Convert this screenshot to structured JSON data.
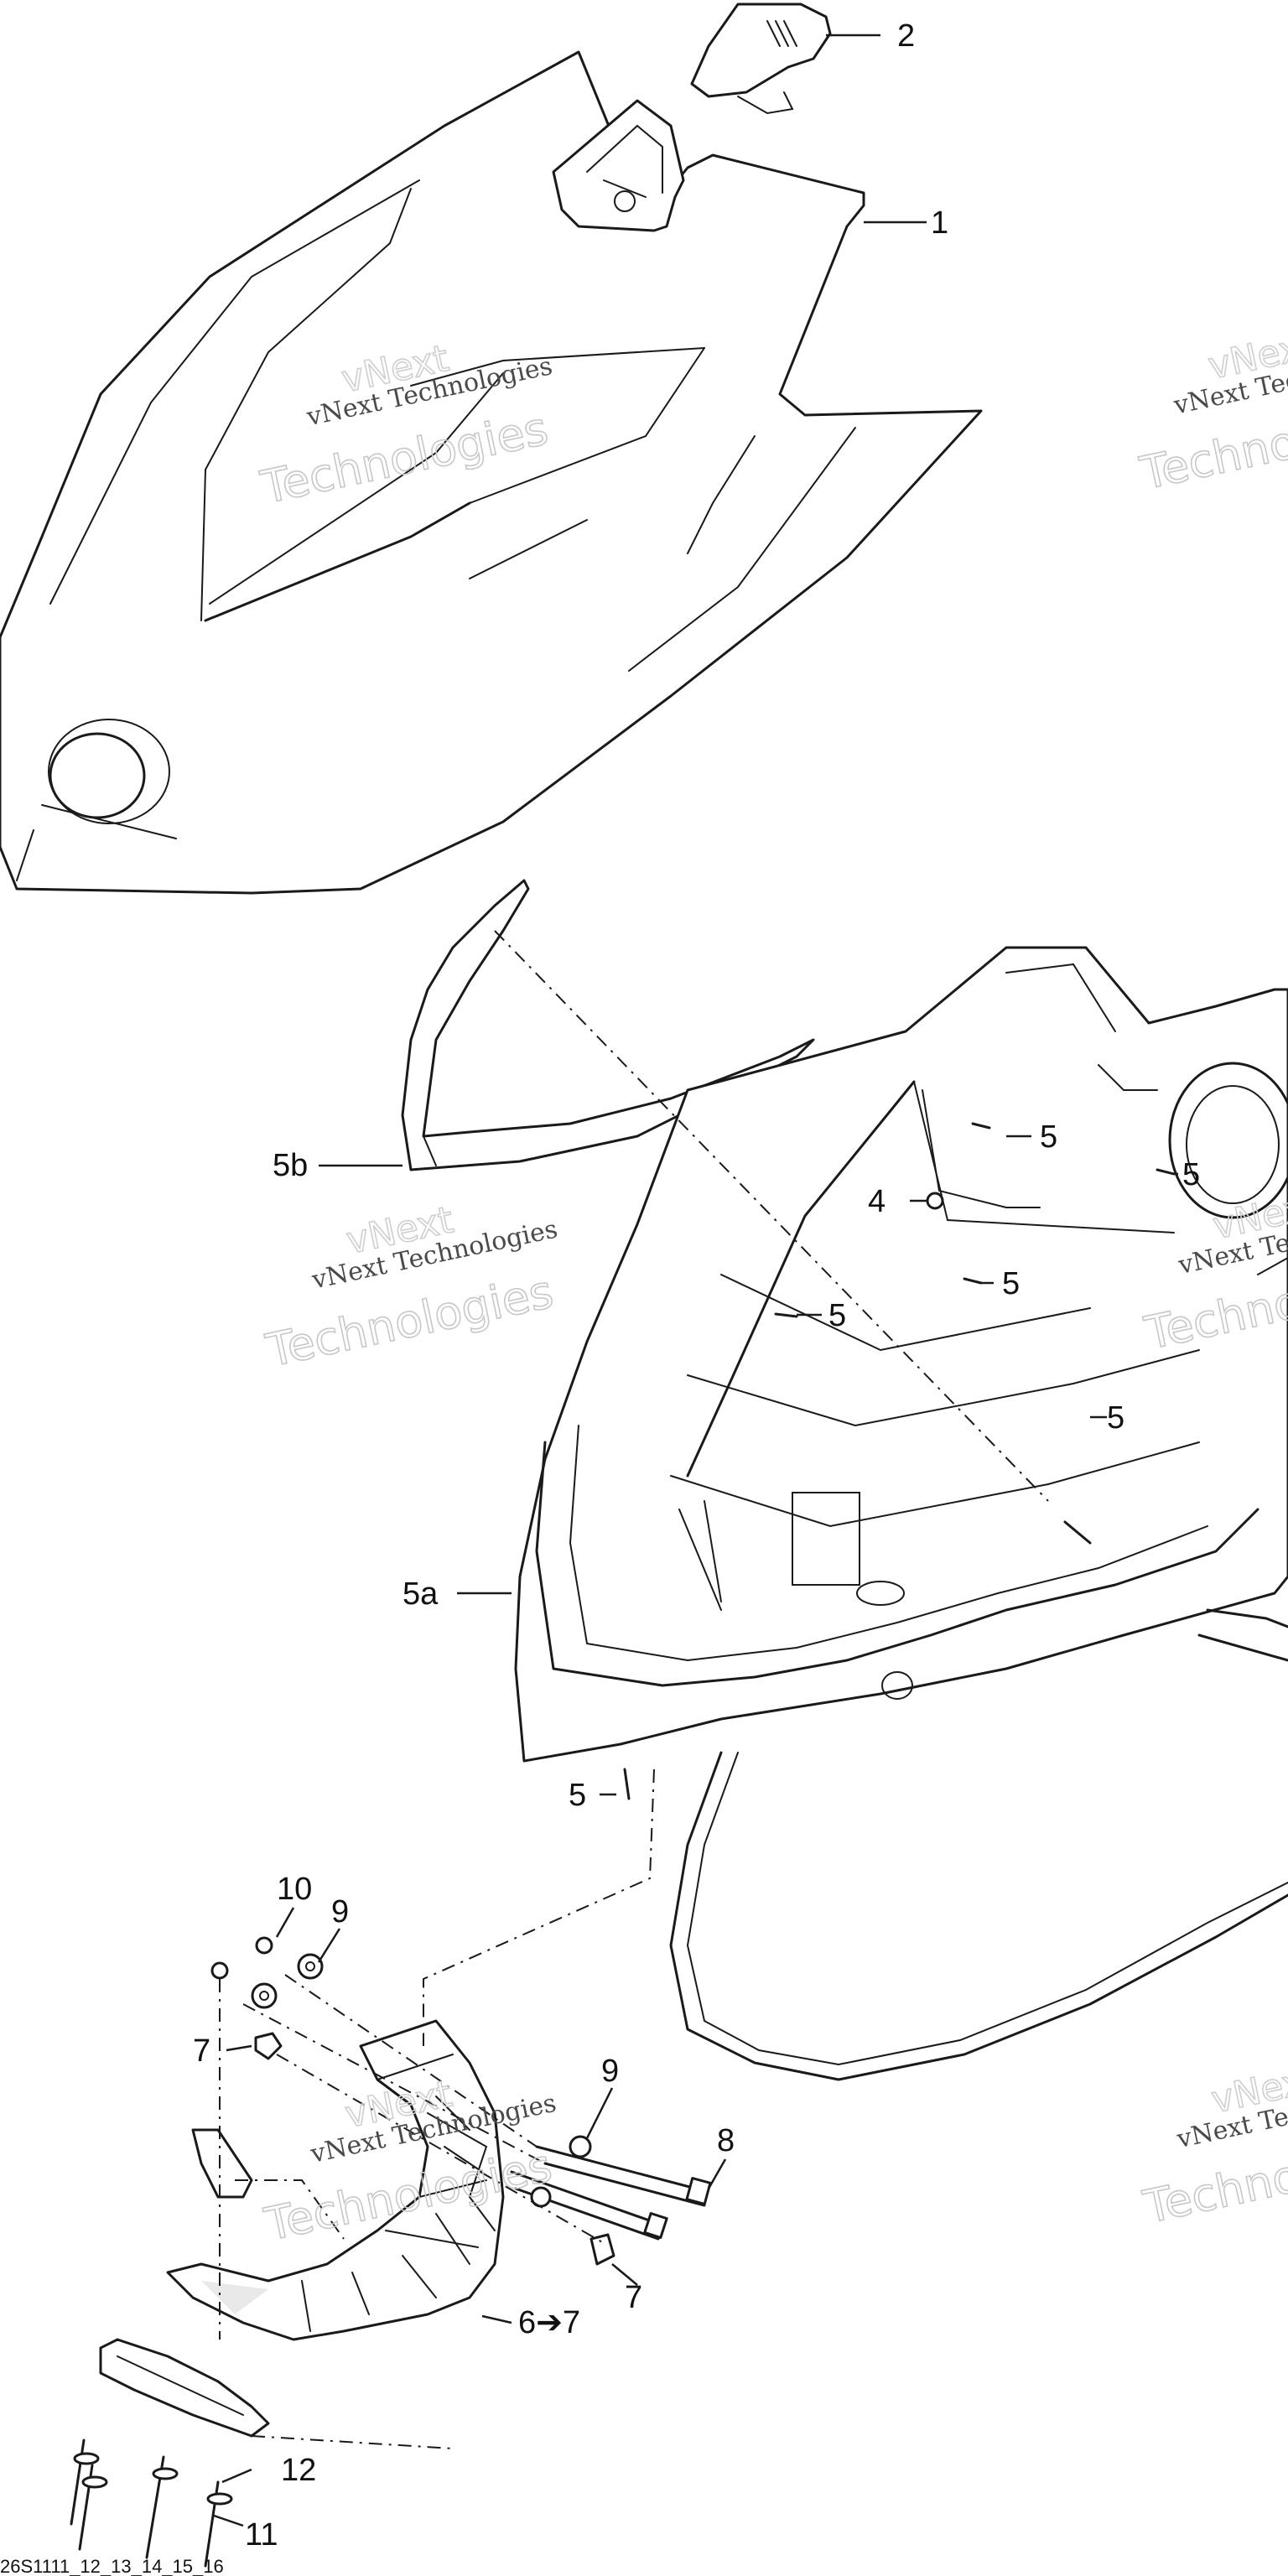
{
  "callouts": {
    "c1": "1",
    "c2": "2",
    "c4": "4",
    "c5": "5",
    "c5a": "5a",
    "c5b": "5b",
    "c6": "6➔7",
    "c7": "7",
    "c8": "8",
    "c9": "9",
    "c10": "10",
    "c11": "11",
    "c12": "12"
  },
  "watermark": {
    "company": "vNext Technologies",
    "word1": "vNext",
    "word2": "Technologies"
  },
  "reference": "26S1111_12_13_14_15_16"
}
